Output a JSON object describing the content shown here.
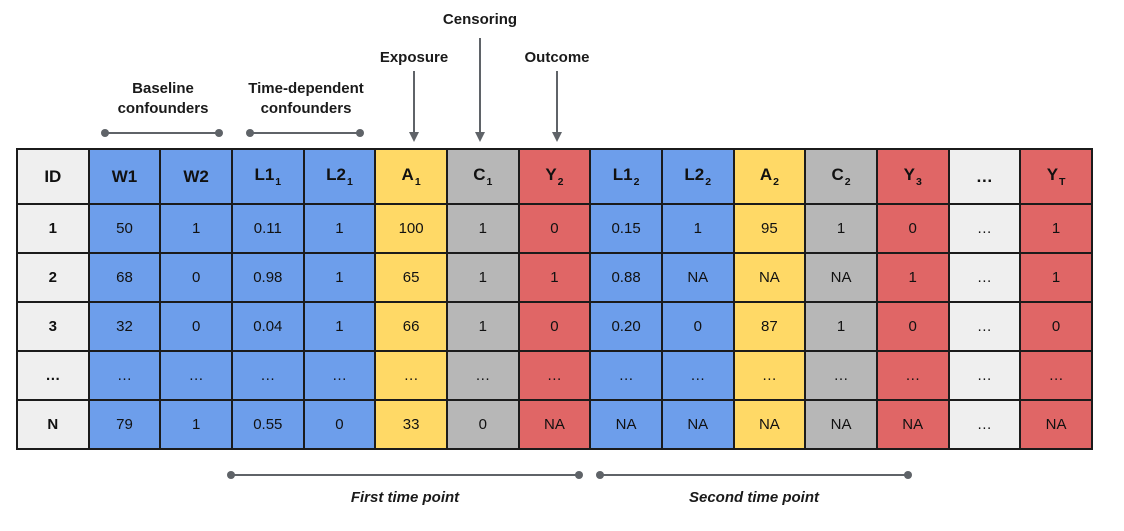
{
  "palette": {
    "blue": "#6D9EEB",
    "yellow": "#FFD966",
    "gray": "#B7B7B7",
    "red": "#E06666",
    "light": "#EFEFEF",
    "line": "#5f6368"
  },
  "annotations": {
    "censoring": "Censoring",
    "exposure": "Exposure",
    "outcome": "Outcome",
    "baseline_line1": "Baseline",
    "baseline_line2": "confounders",
    "time_dependent_line1": "Time-dependent",
    "time_dependent_line2": "confounders",
    "first_time_point": "First time point",
    "second_time_point": "Second time point"
  },
  "table": {
    "columns": [
      {
        "name": "id",
        "base": "ID",
        "sub": "",
        "color": "light"
      },
      {
        "name": "w1",
        "base": "W1",
        "sub": "",
        "color": "blue"
      },
      {
        "name": "w2",
        "base": "W2",
        "sub": "",
        "color": "blue"
      },
      {
        "name": "l1_1",
        "base": "L1",
        "sub": "1",
        "color": "blue"
      },
      {
        "name": "l2_1",
        "base": "L2",
        "sub": "1",
        "color": "blue"
      },
      {
        "name": "a_1",
        "base": "A",
        "sub": "1",
        "color": "yellow"
      },
      {
        "name": "c_1",
        "base": "C",
        "sub": "1",
        "color": "gray"
      },
      {
        "name": "y_2",
        "base": "Y",
        "sub": "2",
        "color": "red"
      },
      {
        "name": "l1_2",
        "base": "L1",
        "sub": "2",
        "color": "blue"
      },
      {
        "name": "l2_2",
        "base": "L2",
        "sub": "2",
        "color": "blue"
      },
      {
        "name": "a_2",
        "base": "A",
        "sub": "2",
        "color": "yellow"
      },
      {
        "name": "c_2",
        "base": "C",
        "sub": "2",
        "color": "gray"
      },
      {
        "name": "y_3",
        "base": "Y",
        "sub": "3",
        "color": "red"
      },
      {
        "name": "ellipsis",
        "base": "…",
        "sub": "",
        "color": "light"
      },
      {
        "name": "y_T",
        "base": "Y",
        "sub": "T",
        "color": "red"
      }
    ],
    "rows": [
      [
        "1",
        "50",
        "1",
        "0.11",
        "1",
        "100",
        "1",
        "0",
        "0.15",
        "1",
        "95",
        "1",
        "0",
        "…",
        "1"
      ],
      [
        "2",
        "68",
        "0",
        "0.98",
        "1",
        "65",
        "1",
        "1",
        "0.88",
        "NA",
        "NA",
        "NA",
        "1",
        "…",
        "1"
      ],
      [
        "3",
        "32",
        "0",
        "0.04",
        "1",
        "66",
        "1",
        "0",
        "0.20",
        "0",
        "87",
        "1",
        "0",
        "…",
        "0"
      ],
      [
        "…",
        "…",
        "…",
        "…",
        "…",
        "…",
        "…",
        "…",
        "…",
        "…",
        "…",
        "…",
        "…",
        "…",
        "…"
      ],
      [
        "N",
        "79",
        "1",
        "0.55",
        "0",
        "33",
        "0",
        "NA",
        "NA",
        "NA",
        "NA",
        "NA",
        "NA",
        "…",
        "NA"
      ]
    ]
  }
}
